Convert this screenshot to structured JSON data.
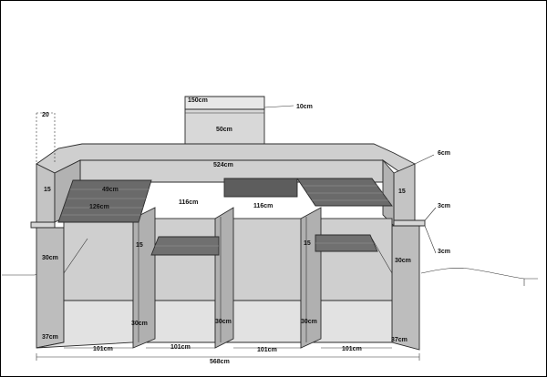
{
  "colors": {
    "wall_light": "#d8d8d8",
    "wall_mid": "#bdbdbd",
    "wall_dark": "#9a9a9a",
    "shelf_dark": "#555555",
    "line": "#2b2b2b"
  },
  "labels": {
    "chimney_width": "150cm",
    "chimney_depth": "10cm",
    "chimney_height": "50cm",
    "pillar_top": "20",
    "back_wall_width": "524cm",
    "cap_thickness": "6cm",
    "left_upper_height": "15",
    "right_upper_height": "15",
    "left_top_shelf_width": "49cm",
    "left_top_shelf_length": "126cm",
    "mid_left_span": "116cm",
    "mid_right_span": "116cm",
    "right_ledge_thickness": "3cm",
    "right_lower_ledge_thickness": "3cm",
    "left_side_height": "30cm",
    "right_side_height": "30cm",
    "left_inner_shelf_height": "15",
    "right_inner_shelf_height": "15",
    "inner_left_height": "30cm",
    "inner_mid_height": "30cm",
    "inner_right_height": "30cm",
    "left_base_depth": "37cm",
    "right_base_depth": "37cm",
    "bay1_width": "101cm",
    "bay2_width": "101cm",
    "bay3_width": "101cm",
    "bay4_width": "101cm",
    "total_width": "568cm"
  }
}
